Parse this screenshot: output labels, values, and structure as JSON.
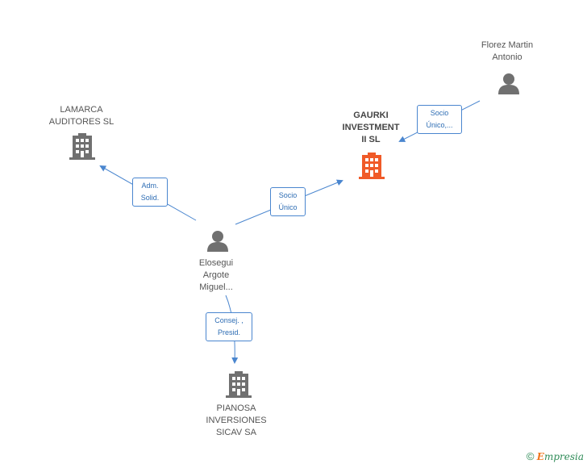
{
  "nodes": {
    "lamarca": {
      "label": "LAMARCA\nAUDITORES SL",
      "type": "company"
    },
    "gaurki": {
      "label": "GAURKI\nINVESTMENT\nII SL",
      "type": "company-main"
    },
    "florez": {
      "label": "Florez Martin\nAntonio",
      "type": "person"
    },
    "elosegui": {
      "label": "Elosegui\nArgote\nMiguel...",
      "type": "person"
    },
    "pianosa": {
      "label": "PIANOSA\nINVERSIONES\nSICAV SA",
      "type": "company"
    }
  },
  "edges": {
    "adm": {
      "label": "Adm.\nSolid."
    },
    "socio_unico": {
      "label": "Socio\nÚnico"
    },
    "socio_unico_florez": {
      "label": "Socio\nÚnico,..."
    },
    "consej": {
      "label": "Consej. ,\nPresid."
    }
  },
  "colors": {
    "edge": "#4a86cf",
    "company": "#707070",
    "company_main": "#f05a28",
    "person": "#707070"
  },
  "brand": {
    "copyright": "©",
    "e": "E",
    "rest": "mpresia"
  }
}
